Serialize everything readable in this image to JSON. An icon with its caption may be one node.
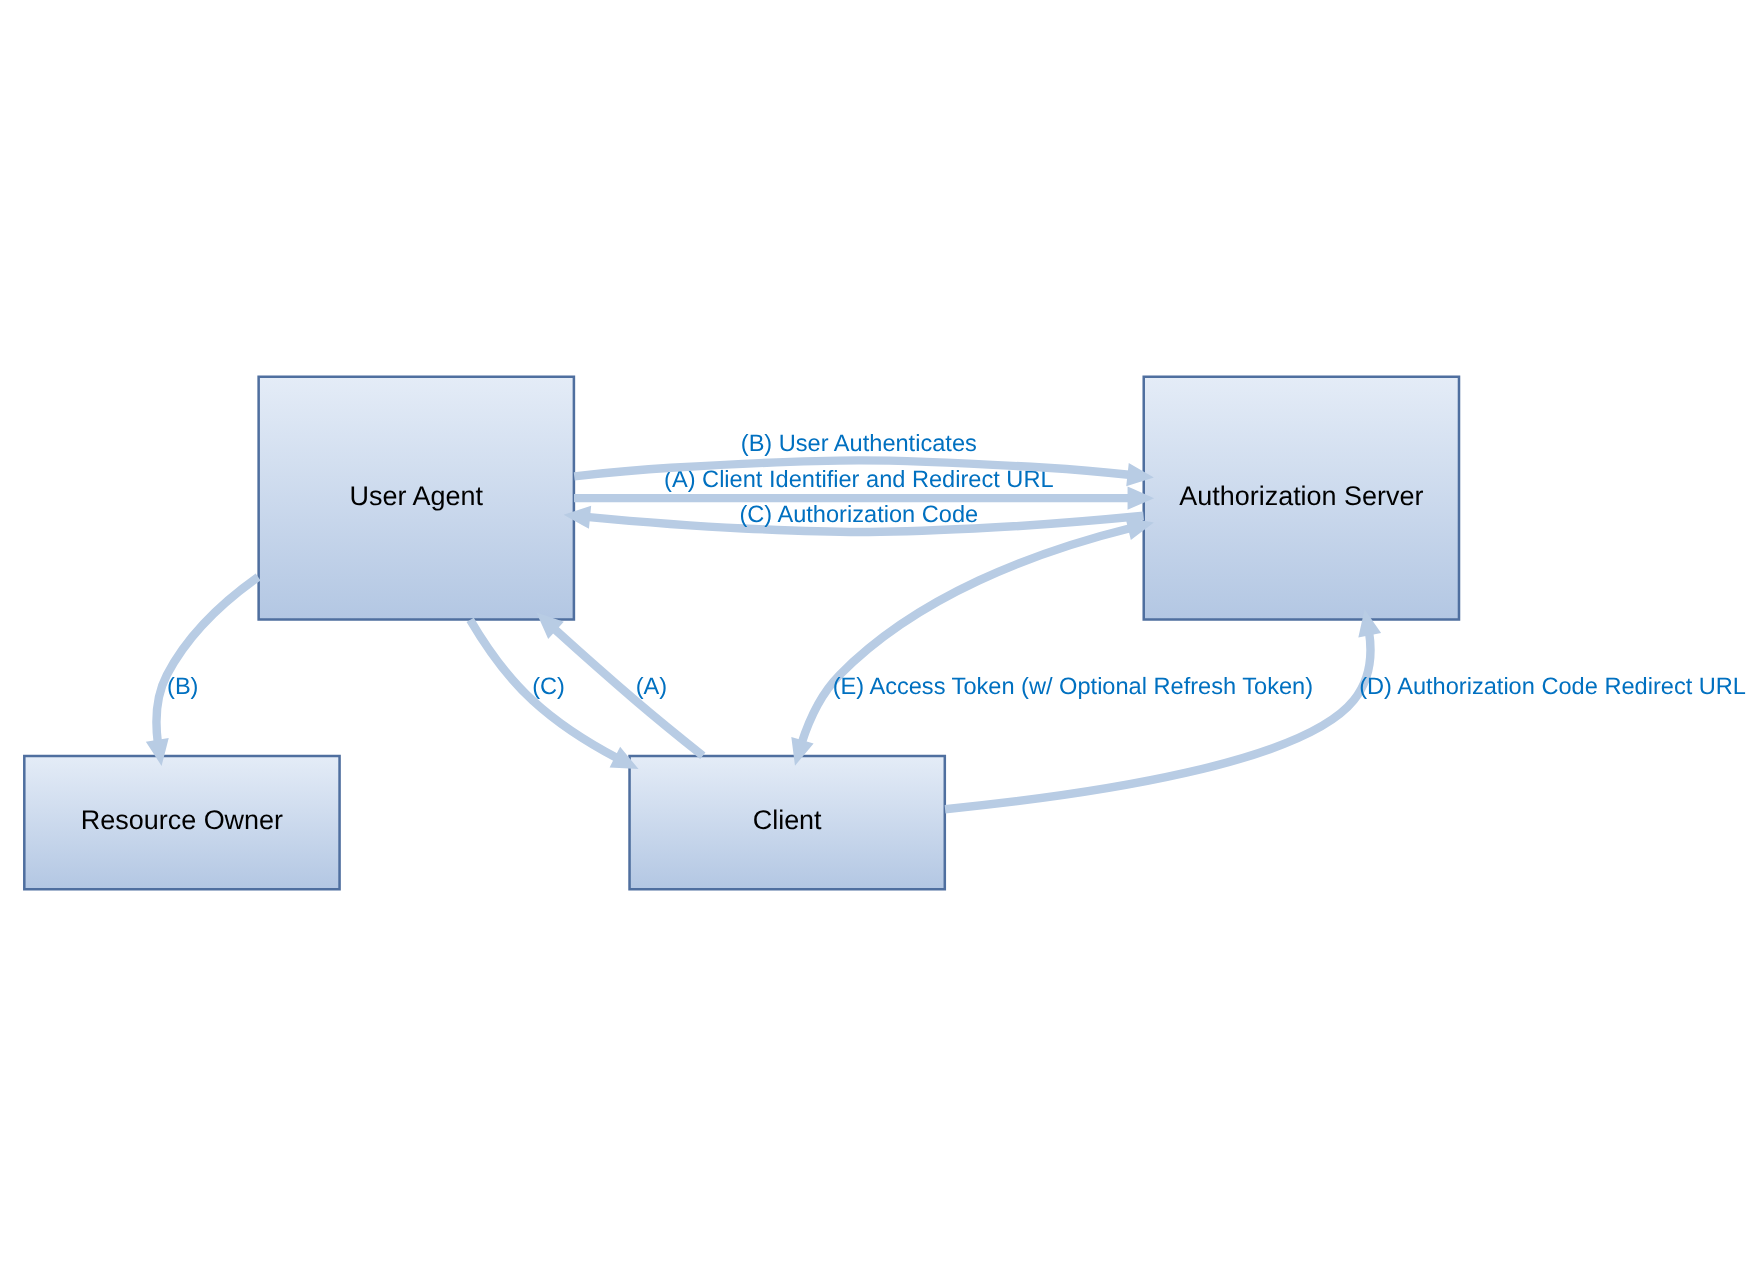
{
  "diagram": {
    "nodes": [
      {
        "text": [
          "Resource Owner"
        ]
      },
      {
        "text": [
          "User Agent"
        ]
      },
      {
        "text": [
          "Authorization Server"
        ]
      },
      {
        "text": [
          "Client"
        ]
      }
    ],
    "edges": [
      {
        "from": 1,
        "to": 0,
        "arrow": "to",
        "label": "(B)"
      },
      {
        "from": 1,
        "to": 2,
        "arrow": "to",
        "label": "(A) Client Identifier and Redirect URL"
      },
      {
        "from": 1,
        "to": 2,
        "arrow": "to",
        "label": "(B) User Authenticates"
      },
      {
        "from": 2,
        "to": 1,
        "arrow": "to",
        "label": "(C) Authorization Code"
      },
      {
        "from": 3,
        "to": 1,
        "arrow": "to",
        "label": "(A)"
      },
      {
        "from": 1,
        "to": 3,
        "arrow": "to",
        "label": "(C)"
      },
      {
        "from": 3,
        "to": 2,
        "arrow": "to",
        "label": "(D) Authorization Code Redirect URL"
      },
      {
        "from": 2,
        "to": 3,
        "arrow": "both",
        "label": "(E) Access Token (w/ Optional Refresh Token)"
      }
    ]
  }
}
